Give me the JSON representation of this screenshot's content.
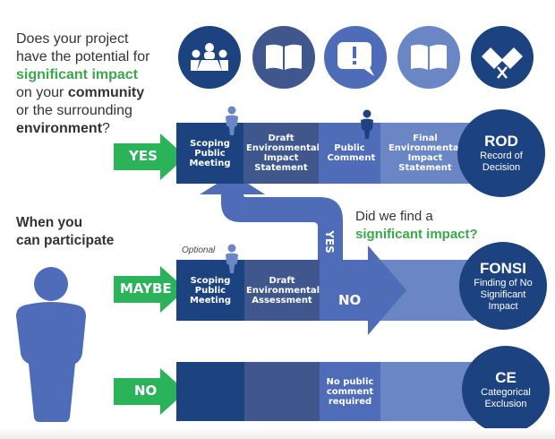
{
  "question": {
    "line1": "Does your project",
    "line2": "have the potential for",
    "highlight": "significant impact",
    "line4_pre": "on your ",
    "line4_bold": "community",
    "line5": "or the surrounding",
    "line6_bold": "environment",
    "line6_end": "?"
  },
  "participate": {
    "line1": "When you",
    "line2": "can participate"
  },
  "icons": [
    {
      "name": "meeting-icon",
      "color": "#1c4280"
    },
    {
      "name": "open-book-icon",
      "color": "#3f578d"
    },
    {
      "name": "speech-bubble-exclamation-icon",
      "color": "#4e6cb8"
    },
    {
      "name": "open-book-icon",
      "color": "#6b86c4"
    },
    {
      "name": "crossed-flags-icon",
      "color": "#1c4280"
    }
  ],
  "colors": {
    "green": "#2bb35a",
    "navy": "#1c4280",
    "slate": "#3f578d",
    "mid_blue": "#4e6cb8",
    "light_blue": "#6b86c4",
    "person_blue": "#4e6cb8",
    "text_green": "#3aa94a"
  },
  "rows": {
    "yes": {
      "label": "YES",
      "steps": [
        "Scoping Public Meeting",
        "Draft Environmental Impact Statement",
        "Public Comment",
        "Final Environmental Impact Statement"
      ],
      "outcome": {
        "abbr": "ROD",
        "full": "Record of Decision"
      }
    },
    "maybe": {
      "label": "MAYBE",
      "optional_note": "Optional",
      "steps": [
        "Scoping Public Meeting",
        "Draft Environmental Assessment"
      ],
      "no_label": "NO",
      "yes_label": "YES",
      "outcome": {
        "abbr": "FONSI",
        "full": "Finding of No Significant Impact"
      }
    },
    "no": {
      "label": "NO",
      "steps": [
        "",
        "",
        "No public comment required",
        ""
      ],
      "outcome": {
        "abbr": "CE",
        "full": "Categorical Exclusion"
      }
    }
  },
  "decision": {
    "line1": "Did we find a",
    "highlight": "significant impact?"
  }
}
